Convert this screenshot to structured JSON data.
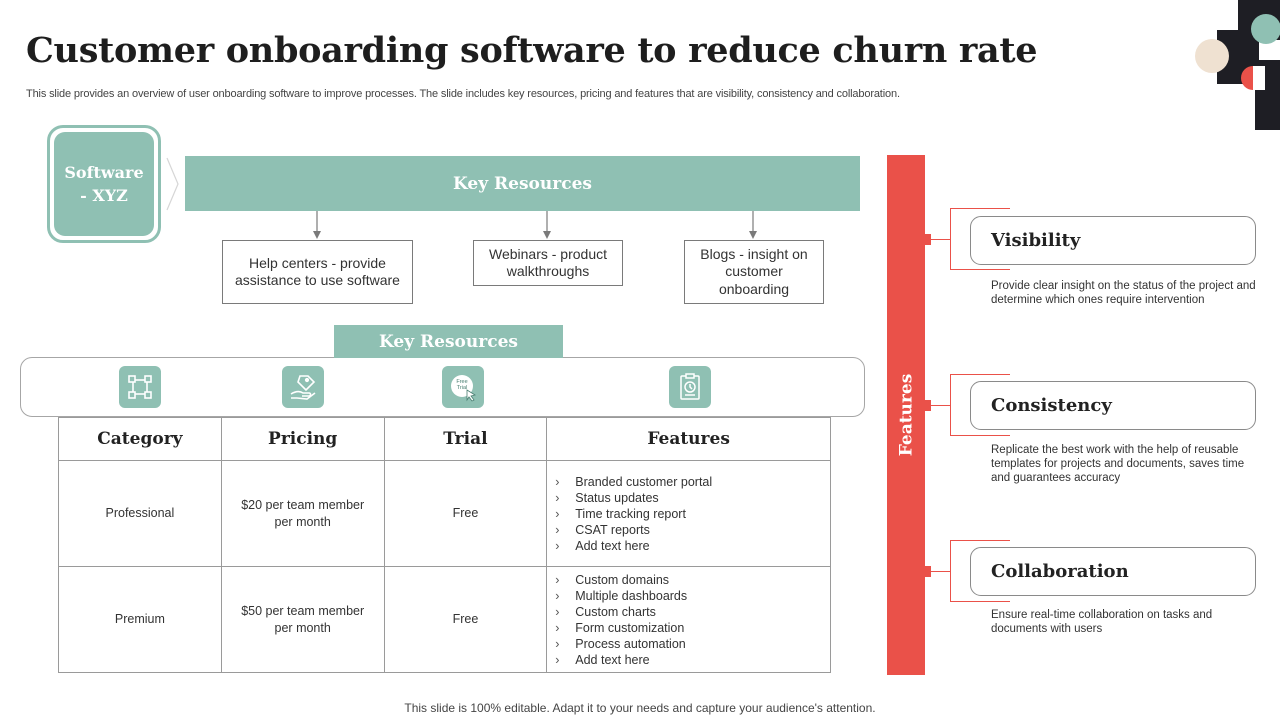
{
  "title": "Customer onboarding software to reduce churn rate",
  "subtitle": "This slide provides an overview of user onboarding software to improve processes. The slide includes key resources, pricing and features that are visibility, consistency and collaboration.",
  "software": {
    "label": "Software - XYZ"
  },
  "key_resources": {
    "header": "Key Resources",
    "items": [
      "Help centers - provide assistance to use software",
      "Webinars - product walkthroughs",
      "Blogs - insight on customer onboarding"
    ]
  },
  "pricing_table": {
    "tab_label": "Key Resources",
    "icons": [
      "category-icon",
      "pricing-tag-hand-icon",
      "free-trial-icon",
      "features-document-icon"
    ],
    "icon_text": "Free Trial",
    "columns": [
      "Category",
      "Pricing",
      "Trial",
      "Features"
    ],
    "rows": [
      {
        "category": "Professional",
        "pricing": "$20 per team member per month",
        "trial": "Free",
        "features": [
          "Branded customer portal",
          "Status updates",
          "Time tracking report",
          "CSAT reports",
          "Add text here"
        ]
      },
      {
        "category": "Premium",
        "pricing": "$50 per team member per month",
        "trial": "Free",
        "features": [
          "Custom domains",
          "Multiple dashboards",
          "Custom charts",
          "Form customization",
          "Process automation",
          "Add text here"
        ]
      }
    ]
  },
  "features": {
    "label": "Features",
    "items": [
      {
        "title": "Visibility",
        "description": "Provide clear insight on the status of the project and determine which ones require intervention"
      },
      {
        "title": "Consistency",
        "description": "Replicate the best work with the help of reusable templates for projects and documents, saves time and guarantees accuracy"
      },
      {
        "title": "Collaboration",
        "description": "Ensure real-time collaboration on tasks and documents with users"
      }
    ]
  },
  "footer": "This slide is 100% editable. Adapt it to your needs and capture your audience's attention.",
  "colors": {
    "teal": "#8fc0b3",
    "red": "#ea5149",
    "beige": "#efe1d1",
    "dark": "#1e1e24"
  }
}
